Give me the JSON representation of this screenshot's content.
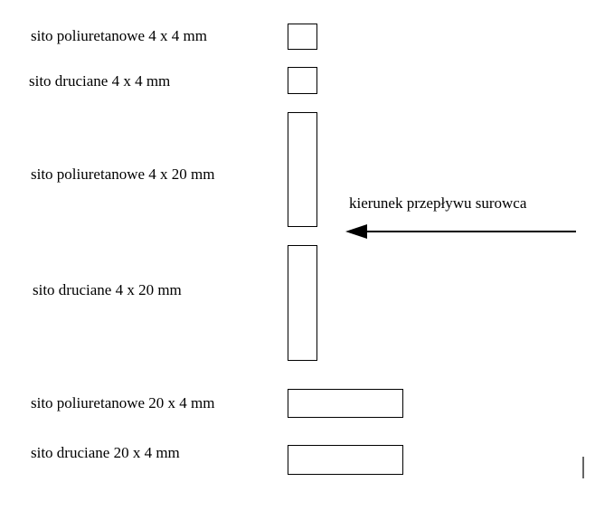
{
  "diagram": {
    "sieves": [
      {
        "label": "sito poliuretanowe 4 x 4 mm"
      },
      {
        "label": "sito druciane 4 x 4 mm"
      },
      {
        "label": "sito poliuretanowe 4 x 20 mm"
      },
      {
        "label": "sito druciane 4 x 20 mm"
      },
      {
        "label": "sito poliuretanowe 20 x 4 mm"
      },
      {
        "label": "sito druciane 20 x 4 mm"
      }
    ],
    "flow_label": "kierunek przepływu surowca"
  },
  "colors": {
    "stroke": "#000000",
    "background": "#ffffff"
  }
}
